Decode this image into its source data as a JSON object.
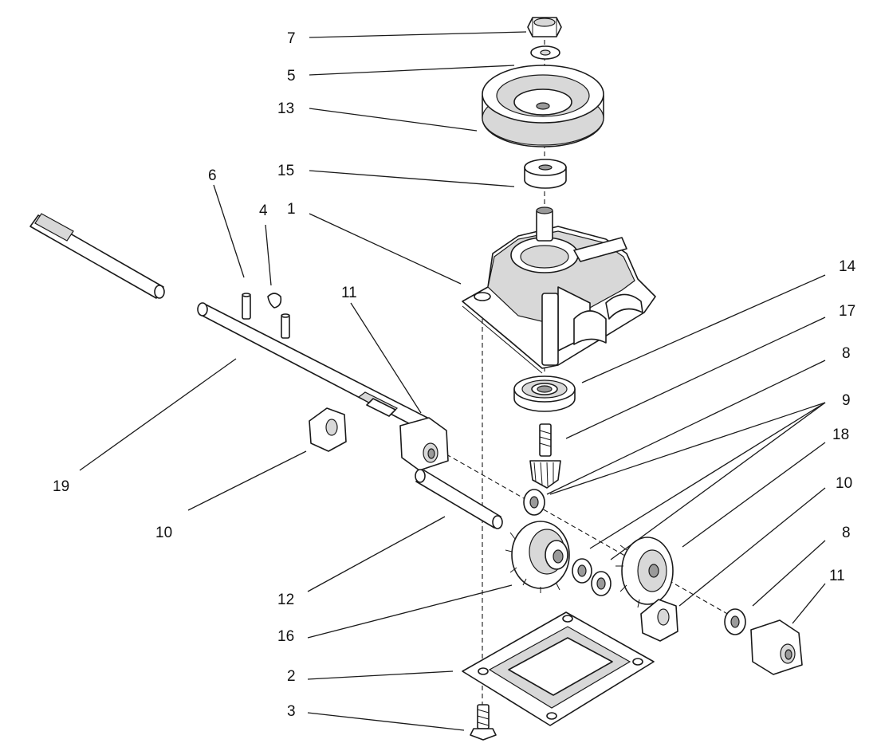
{
  "diagram": {
    "callouts": [
      {
        "id": "c7",
        "label": "7"
      },
      {
        "id": "c5",
        "label": "5"
      },
      {
        "id": "c13",
        "label": "13"
      },
      {
        "id": "c15",
        "label": "15"
      },
      {
        "id": "c6",
        "label": "6"
      },
      {
        "id": "c4",
        "label": "4"
      },
      {
        "id": "c1",
        "label": "1"
      },
      {
        "id": "c14",
        "label": "14"
      },
      {
        "id": "c11a",
        "label": "11"
      },
      {
        "id": "c17",
        "label": "17"
      },
      {
        "id": "c8a",
        "label": "8"
      },
      {
        "id": "c9",
        "label": "9"
      },
      {
        "id": "c18",
        "label": "18"
      },
      {
        "id": "c19",
        "label": "19"
      },
      {
        "id": "c10a",
        "label": "10"
      },
      {
        "id": "c10b",
        "label": "10"
      },
      {
        "id": "c8b",
        "label": "8"
      },
      {
        "id": "c11b",
        "label": "11"
      },
      {
        "id": "c12",
        "label": "12"
      },
      {
        "id": "c16",
        "label": "16"
      },
      {
        "id": "c2",
        "label": "2"
      },
      {
        "id": "c3",
        "label": "3"
      }
    ],
    "colors": {
      "line": "#1a1a1a",
      "background": "#ffffff",
      "shade": "#d8d8d8"
    }
  }
}
